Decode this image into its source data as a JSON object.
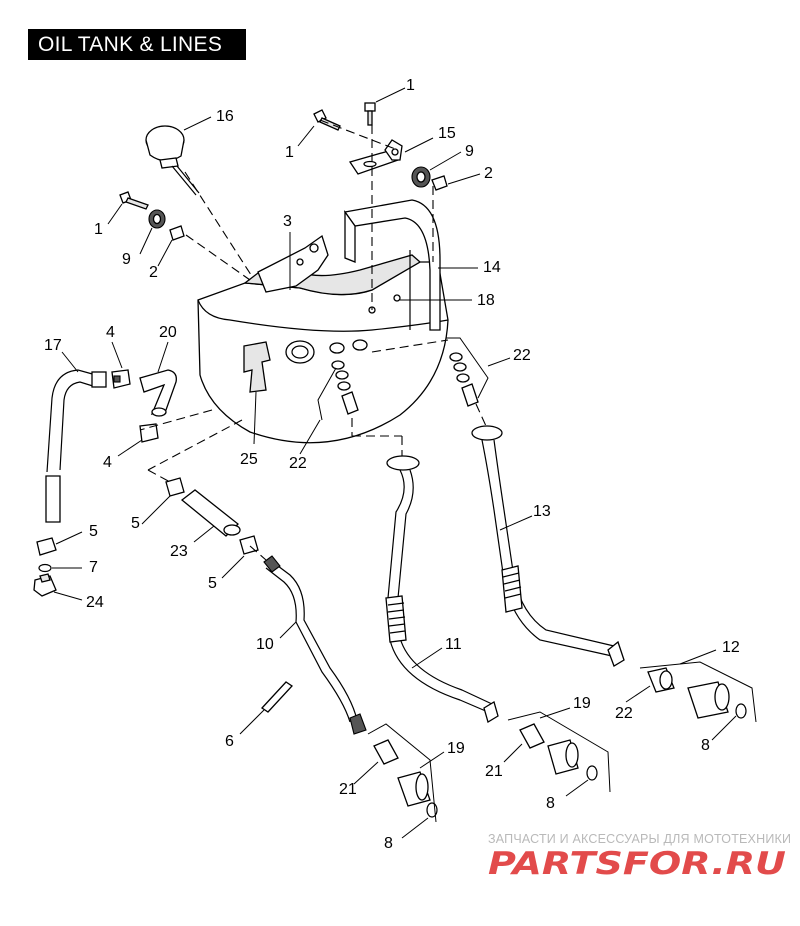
{
  "title": "OIL TANK & LINES",
  "callouts": [
    {
      "text": "1"
    },
    {
      "text": "1"
    },
    {
      "text": "1"
    },
    {
      "text": "16"
    },
    {
      "text": "15"
    },
    {
      "text": "9"
    },
    {
      "text": "2"
    },
    {
      "text": "9"
    },
    {
      "text": "2"
    },
    {
      "text": "3"
    },
    {
      "text": "14"
    },
    {
      "text": "18"
    },
    {
      "text": "17"
    },
    {
      "text": "4"
    },
    {
      "text": "20"
    },
    {
      "text": "22"
    },
    {
      "text": "4"
    },
    {
      "text": "25"
    },
    {
      "text": "22"
    },
    {
      "text": "13"
    },
    {
      "text": "5"
    },
    {
      "text": "5"
    },
    {
      "text": "7"
    },
    {
      "text": "24"
    },
    {
      "text": "23"
    },
    {
      "text": "5"
    },
    {
      "text": "10"
    },
    {
      "text": "11"
    },
    {
      "text": "12"
    },
    {
      "text": "22"
    },
    {
      "text": "8"
    },
    {
      "text": "6"
    },
    {
      "text": "19"
    },
    {
      "text": "21"
    },
    {
      "text": "8"
    },
    {
      "text": "19"
    },
    {
      "text": "21"
    },
    {
      "text": "8"
    }
  ],
  "watermark": {
    "tagline": "ЗАПЧАСТИ И АКСЕССУАРЫ ДЛЯ МОТОТЕХНИКИ",
    "brand_left": "PARTS",
    "brand_mid": "FOR",
    "brand_right": ".RU"
  },
  "colors": {
    "title_bg": "#000000",
    "title_fg": "#ffffff",
    "watermark_red": "#e24b4b",
    "watermark_gray": "#b9b9b9"
  }
}
